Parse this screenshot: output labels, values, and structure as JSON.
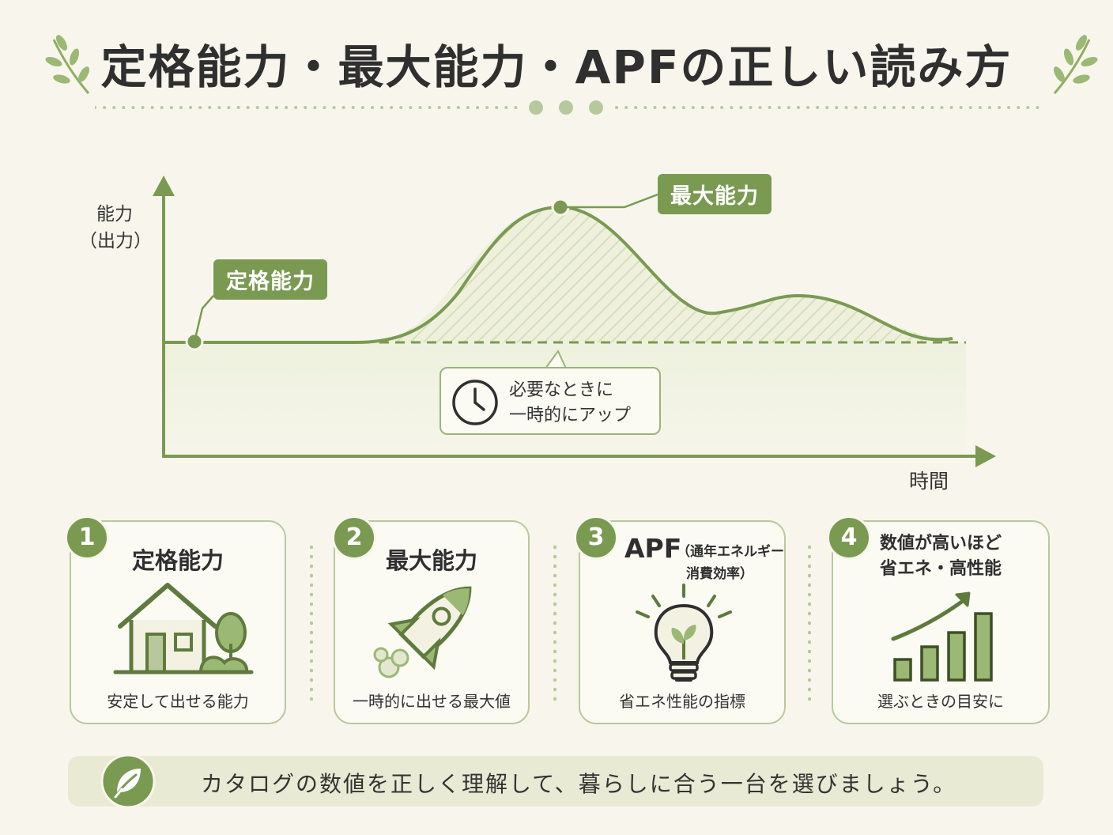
{
  "title": "定格能力・最大能力・APFの正しい読み方",
  "chart": {
    "y_axis_label_line1": "能力",
    "y_axis_label_line2": "（出力）",
    "x_axis_label": "時間",
    "callout_rated": "定格能力",
    "callout_max": "最大能力",
    "note_line1": "必要なときに",
    "note_line2": "一時的にアップ"
  },
  "cards": [
    {
      "number": "1",
      "title": "定格能力",
      "desc": "安定して出せる能力",
      "icon": "house-icon"
    },
    {
      "number": "2",
      "title": "最大能力",
      "desc": "一時的に出せる最大値",
      "icon": "rocket-icon"
    },
    {
      "number": "3",
      "title_main": "APF",
      "title_sub1": "（通年エネルギー",
      "title_sub2": "消費効率）",
      "desc": "省エネ性能の指標",
      "icon": "lightbulb-icon"
    },
    {
      "number": "4",
      "title_line1": "数値が高いほど",
      "title_line2": "省エネ・高性能",
      "desc": "選ぶときの目安に",
      "icon": "bar-chart-icon"
    }
  ],
  "footer": {
    "text": "カタログの数値を正しく理解して、暮らしに合う一台を選びましょう。",
    "icon": "leaf-icon"
  },
  "colors": {
    "accent": "#7a9a52",
    "light": "#b7c99c",
    "background": "#f8f6ec"
  }
}
